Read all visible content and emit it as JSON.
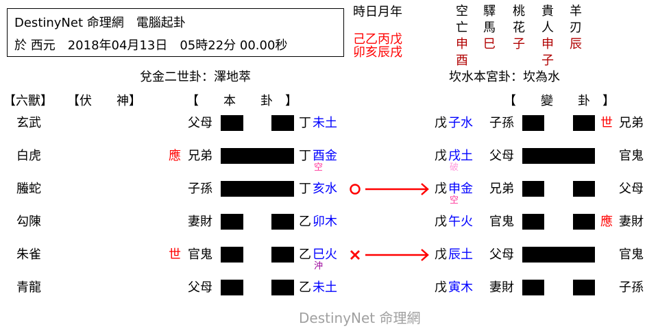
{
  "header": {
    "title_line": "DestinyNet 命理網　電腦起卦",
    "date_line": "於 西元　2018年04月13日　05時22分 00.00秒"
  },
  "ganzhi": {
    "labels": "時日月年",
    "stems": "己乙丙戊",
    "branches": "卯亥辰戌"
  },
  "shensha": [
    {
      "name1": "空",
      "name2": "亡",
      "values": [
        "申",
        "酉"
      ]
    },
    {
      "name1": "驛",
      "name2": "馬",
      "values": [
        "巳"
      ]
    },
    {
      "name1": "桃",
      "name2": "花",
      "values": [
        "子"
      ]
    },
    {
      "name1": "貴",
      "name2": "人",
      "values": [
        "申",
        "子"
      ]
    },
    {
      "name1": "羊",
      "name2": "刃",
      "values": [
        "辰"
      ]
    }
  ],
  "ben_gua_title": "兌金二世卦：澤地萃",
  "bian_gua_title": "坎水本宮卦：坎為水",
  "col_headers": {
    "liushou": "【六獸】",
    "fushen": "【伏　　神】",
    "bengua": "【　　本　　卦　】",
    "biangua": "【　　變　　卦　】"
  },
  "rows": [
    {
      "beast": "玄武",
      "mark": "",
      "relative": "父母",
      "yao": "yin",
      "stem": "丁",
      "branch": "未土",
      "note": "",
      "move": "",
      "b_stem": "戊",
      "b_branch": "子水",
      "b_note": "",
      "b_relative": "子孫",
      "b_yao": "yin",
      "b_mark": "世",
      "b_palace_rel": "兄弟"
    },
    {
      "beast": "白虎",
      "mark": "應",
      "relative": "兄弟",
      "yao": "yang",
      "stem": "丁",
      "branch": "酉金",
      "note": "空",
      "move": "",
      "b_stem": "戊",
      "b_branch": "戌土",
      "b_note": "破",
      "b_relative": "父母",
      "b_yao": "yang",
      "b_mark": "",
      "b_palace_rel": "官鬼"
    },
    {
      "beast": "螣蛇",
      "mark": "",
      "relative": "子孫",
      "yao": "yang",
      "stem": "丁",
      "branch": "亥水",
      "note": "",
      "move": "○",
      "b_stem": "戊",
      "b_branch": "申金",
      "b_note": "空",
      "b_relative": "兄弟",
      "b_yao": "yin",
      "b_mark": "",
      "b_palace_rel": "父母"
    },
    {
      "beast": "勾陳",
      "mark": "",
      "relative": "妻財",
      "yao": "yin",
      "stem": "乙",
      "branch": "卯木",
      "note": "",
      "move": "",
      "b_stem": "戊",
      "b_branch": "午火",
      "b_note": "",
      "b_relative": "官鬼",
      "b_yao": "yin",
      "b_mark": "應",
      "b_palace_rel": "妻財"
    },
    {
      "beast": "朱雀",
      "mark": "世",
      "relative": "官鬼",
      "yao": "yin",
      "stem": "乙",
      "branch": "巳火",
      "note": "沖",
      "move": "✕",
      "b_stem": "戊",
      "b_branch": "辰土",
      "b_note": "",
      "b_relative": "父母",
      "b_yao": "yang",
      "b_mark": "",
      "b_palace_rel": "官鬼"
    },
    {
      "beast": "青龍",
      "mark": "",
      "relative": "父母",
      "yao": "yin",
      "stem": "乙",
      "branch": "未土",
      "note": "",
      "move": "",
      "b_stem": "戊",
      "b_branch": "寅木",
      "b_note": "",
      "b_relative": "妻財",
      "b_yao": "yin",
      "b_mark": "",
      "b_palace_rel": "子孫"
    }
  ],
  "watermark": "DestinyNet 命理網",
  "colors": {
    "red": "#ff0000",
    "dark_red": "#b00000",
    "blue": "#0000ff",
    "kong": "#ff3399",
    "po": "#ff99dd",
    "chong": "#990099",
    "arrow": "#ff0000"
  }
}
